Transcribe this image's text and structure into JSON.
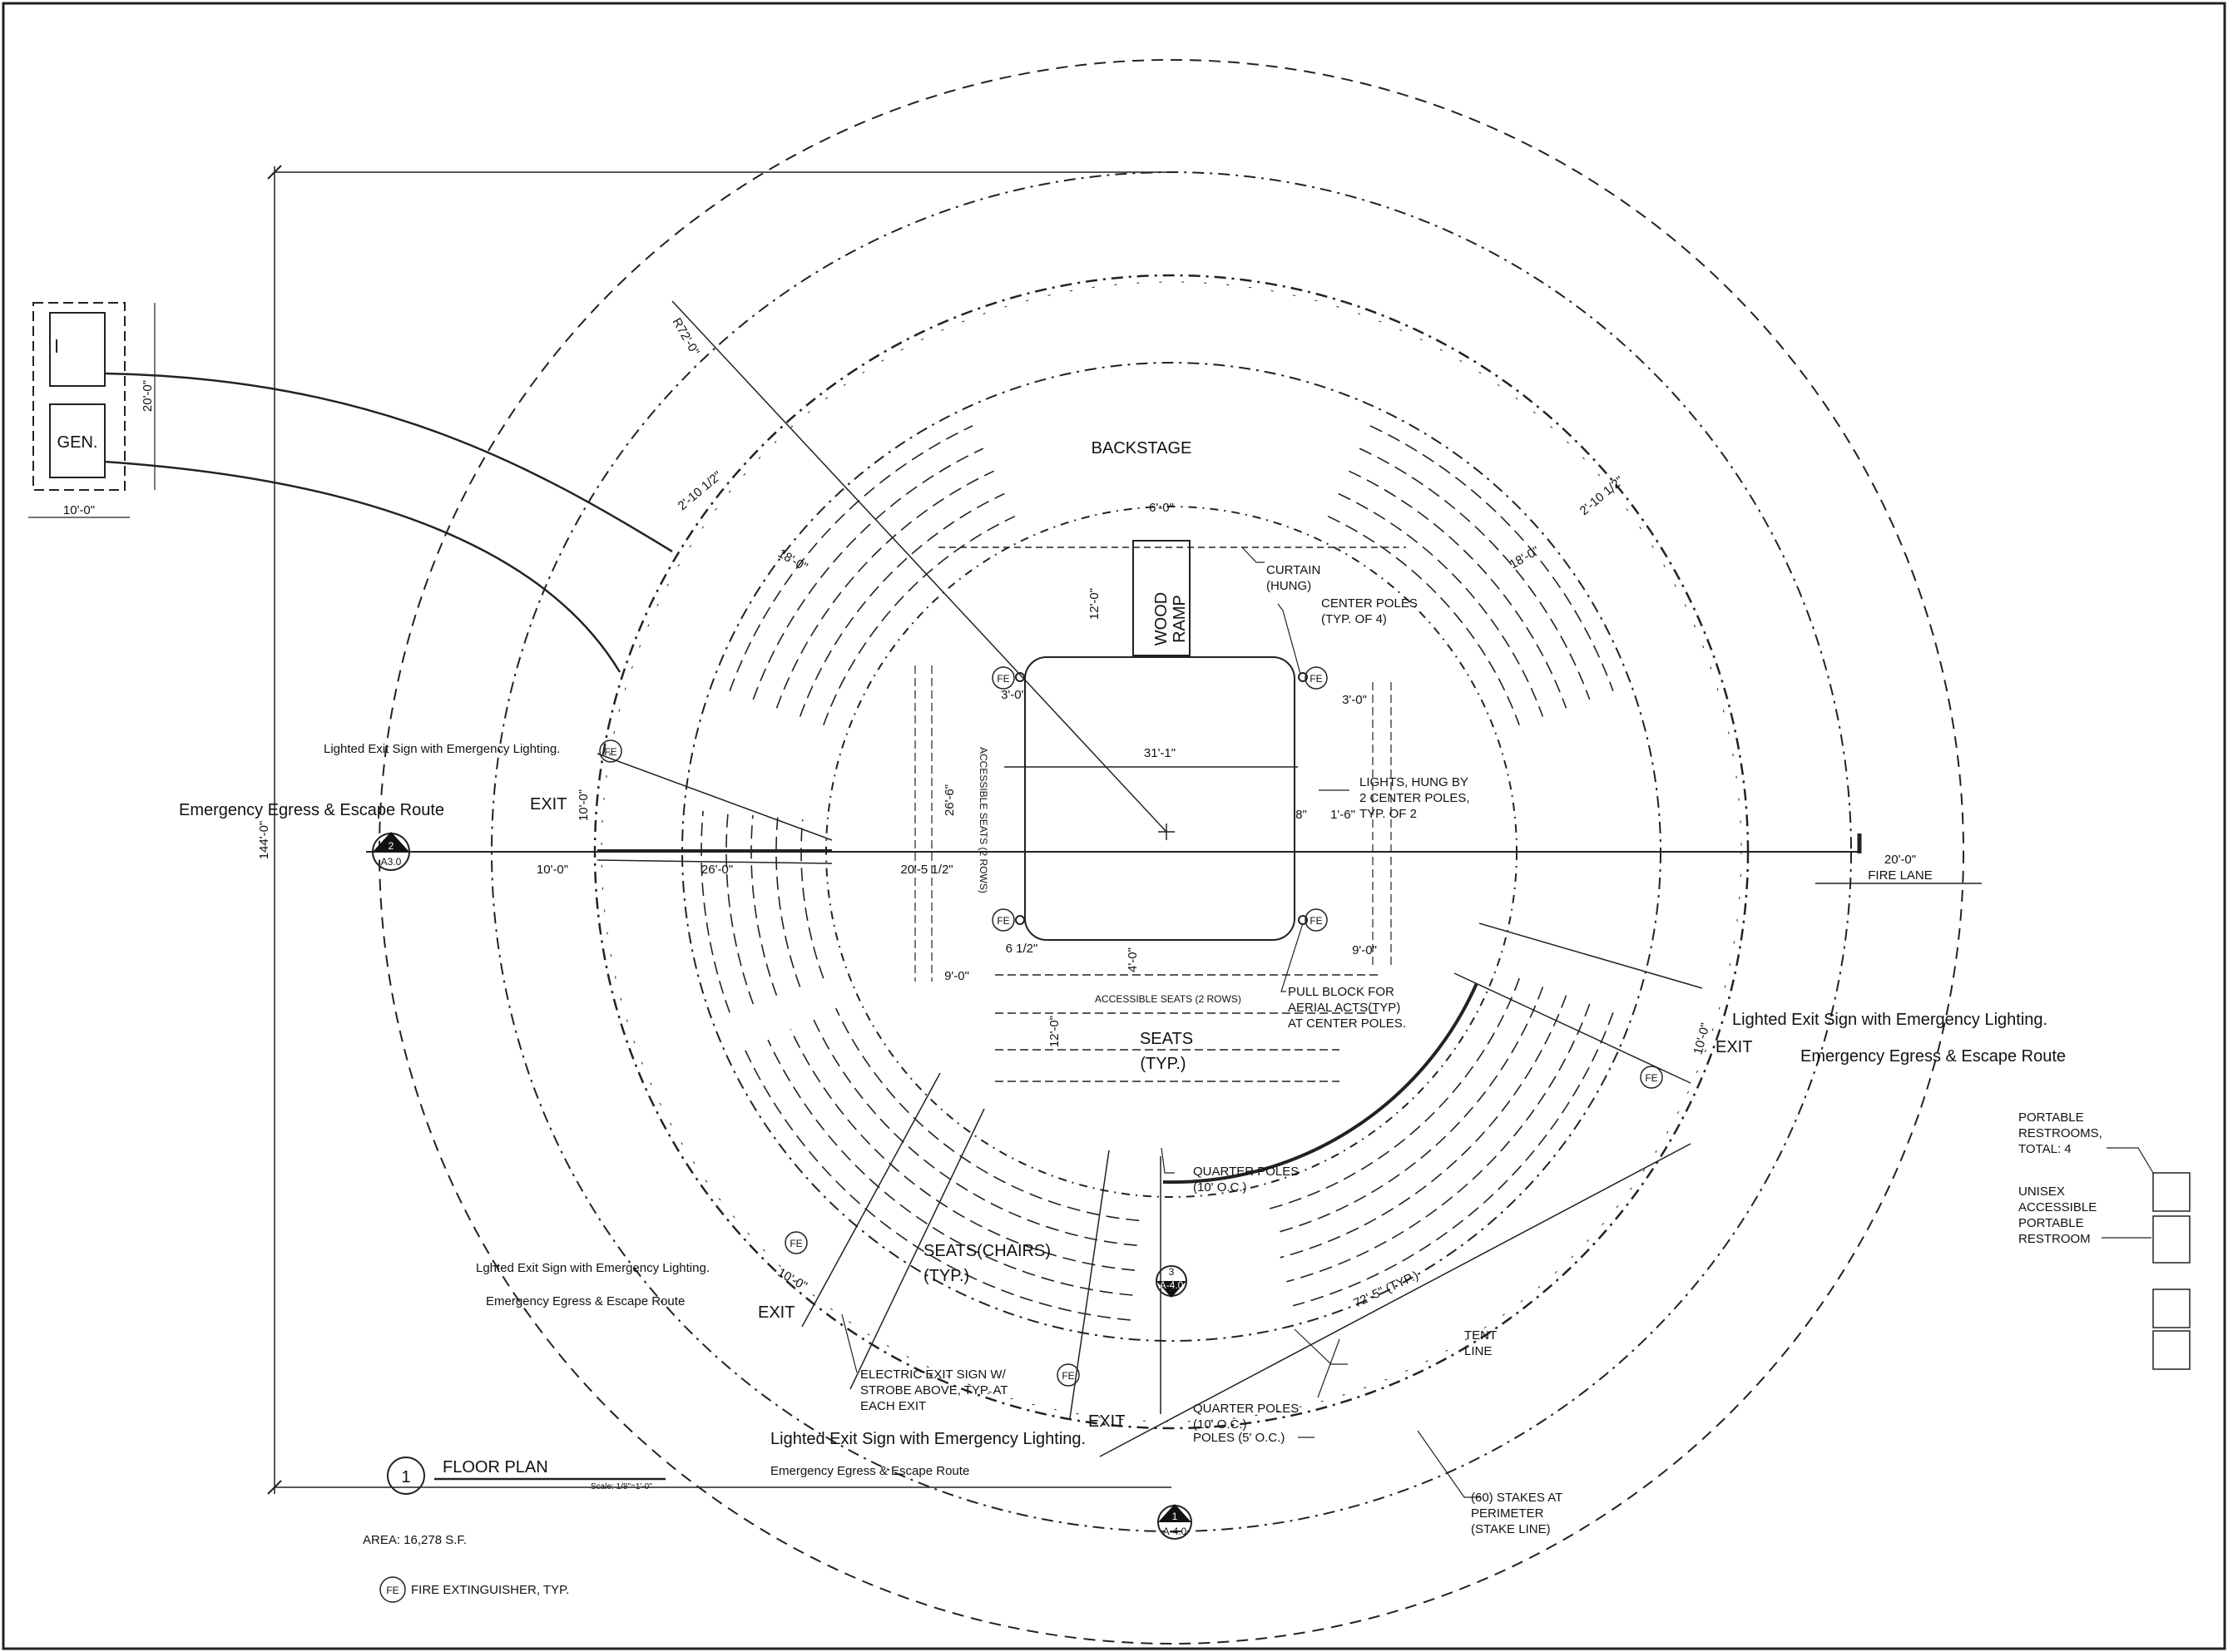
{
  "areas": {
    "backstage": "BACKSTAGE",
    "wood_ramp_1": "WOOD",
    "wood_ramp_2": "RAMP",
    "seats_1": "SEATS",
    "seats_2": "(TYP.)",
    "seats_chairs_1": "SEATS(CHAIRS)",
    "seats_chairs_2": "(TYP.)",
    "accessible_seats_h": "ACCESSIBLE SEATS (2 ROWS)",
    "accessible_seats_v": "ACCESSIBLE SEATS (2 ROWS)",
    "gen": "GEN."
  },
  "exits": {
    "west": "EXIT",
    "east": "EXIT",
    "southwest": "EXIT",
    "south": "EXIT"
  },
  "egress_notes": {
    "west_sign": "Lighted Exit Sign with Emergency Lighting.",
    "west_route": "Emergency Egress & Escape Route",
    "east_sign": "Lighted Exit Sign with Emergency Lighting.",
    "east_route": "Emergency Egress & Escape Route",
    "sw_sign": "Lghted Exit Sign with Emergency Lighting.",
    "sw_route": "Emergency Egress & Escape Route",
    "south_sign": "Lighted Exit Sign with Emergency Lighting.",
    "south_route": "Emergency Egress & Escape Route"
  },
  "callouts": {
    "curtain_1": "CURTAIN",
    "curtain_2": "(HUNG)",
    "center_poles_1": "CENTER POLES",
    "center_poles_2": "(TYP. OF 4)",
    "lights_1": "LIGHTS, HUNG BY",
    "lights_2": "2 CENTER POLES,",
    "lights_3": "TYP. OF 2",
    "pull_block_1": "PULL BLOCK FOR",
    "pull_block_2": "AERIAL ACTS(TYP)",
    "pull_block_3": "AT CENTER POLES.",
    "quarter_poles_a1": "QUARTER POLES",
    "quarter_poles_a2": "(10' O.C.)",
    "quarter_poles_b1": "QUARTER POLES",
    "quarter_poles_b2": "(10' O.C.)",
    "quarter_poles_b3": "POLES (5' O.C.)",
    "electric_exit_1": "ELECTRIC EXIT SIGN W/",
    "electric_exit_2": "STROBE ABOVE, TYP. AT",
    "electric_exit_3": "EACH EXIT",
    "tent_line_1": "TENT",
    "tent_line_2": "LINE",
    "stakes_1": "(60) STAKES AT",
    "stakes_2": "PERIMETER",
    "stakes_3": "(STAKE LINE)",
    "fire_lane_1": "20'-0\"",
    "fire_lane_2": "FIRE LANE",
    "restrooms_1": "PORTABLE",
    "restrooms_2": "RESTROOMS,",
    "restrooms_3": "TOTAL: 4",
    "unisex_1": "UNISEX",
    "unisex_2": "ACCESSIBLE",
    "unisex_3": "PORTABLE",
    "unisex_4": "RESTROOM"
  },
  "dimensions": {
    "radius": "R72'-0\"",
    "overall_height": "144'-0\"",
    "gen_height": "20'-0\"",
    "gen_width": "10'-0\"",
    "ramp_width": "6'-0\"",
    "ramp_length": "12'-0\"",
    "stage_width": "31'-1\"",
    "stage_height": "26'-6\"",
    "rows_nw": "2'-10 1/2\"",
    "seats_nw": "18'-0\"",
    "rows_ne": "2'-10 1/2\"",
    "seats_ne": "18'-0\"",
    "pole_offset_w": "3'-0\"",
    "pole_offset_e": "3'-0\"",
    "light_a": "8\"",
    "light_b": "1'-6\"",
    "exit_w_width": "10'-0\"",
    "w_run_1": "10'-0\"",
    "w_run_2": "26'-0\"",
    "w_run_3": "20'-5 1/2\"",
    "acc_w": "9'-0\"",
    "acc_e": "9'-0\"",
    "pole_gap": "6 1/2\"",
    "south_gap": "4'-0\"",
    "south_seats": "12'-0\"",
    "exit_e_width": "10'-0\"",
    "exit_sw_width": "10'-0\"",
    "typ_radius": "72'-5\" (TYP.)"
  },
  "section_marks": {
    "west_num": "2",
    "west_sheet": "A3.0",
    "south_num": "1",
    "south_sheet": "A-4.0",
    "inner_num": "3",
    "inner_sheet": "A-4.0"
  },
  "fe_tag": "FE",
  "title_block": {
    "number": "1",
    "title": "FLOOR PLAN",
    "scale": "Scale: 1/8\"=1'-0\"",
    "area": "AREA: 16,278 S.F.",
    "legend_tag": "FE",
    "legend_text": "FIRE EXTINGUISHER, TYP."
  }
}
